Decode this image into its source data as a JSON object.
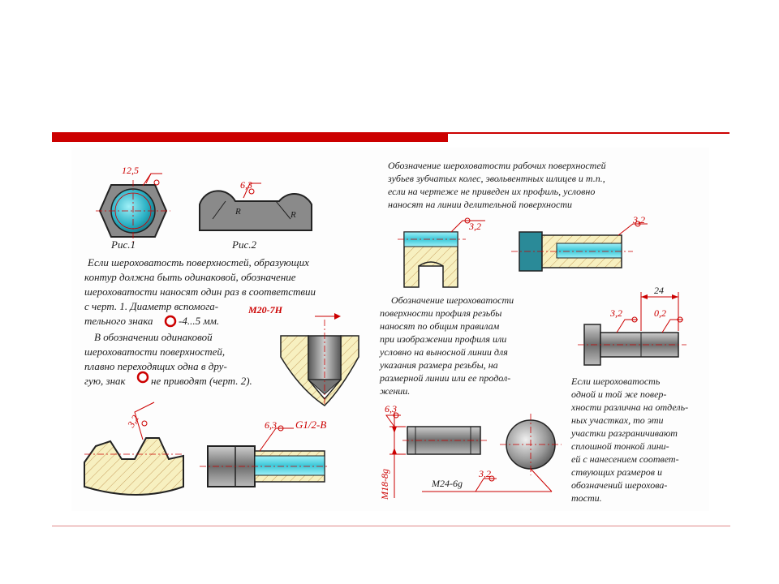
{
  "colors": {
    "accent": "#cc0000",
    "metal": "#8a8a8a",
    "cyan": "#3cc8d8",
    "hatch": "#f7f0c0"
  },
  "labels": {
    "fig1": "Рис.1",
    "fig2": "Рис.2",
    "r1": "12,5",
    "r2": "6,3",
    "radius": "R",
    "thread_m20": "M20-7H",
    "r_gear": "3,2",
    "r_gear2": "3,2",
    "r_profile": "3,2",
    "r_pipe": "6,3",
    "pipe_thread": "G1/2-B",
    "dim_24": "24",
    "r_shaft1": "3,2",
    "r_shaft2": "0,2",
    "r_m18": "6,3",
    "m18": "M18-8g",
    "m24": "M24-6g",
    "r_m24": "3,2"
  },
  "text_left": [
    "Если шероховатость поверхностей, образующих",
    "контур должна быть одинаковой, обозначение",
    "шероховатости наносят один раз в соответствии",
    "с черт. 1. Диаметр вспомога-",
    "тельного знака",
    "-4...5 мм."
  ],
  "text_left2": [
    "В обозначении одинаковой",
    "шероховатости поверхностей,",
    "плавно переходящих одна в дру-",
    "гую, знак",
    "не приводят (черт. 2)."
  ],
  "text_top_right": [
    "Обозначение шероховатости рабочих поверхностей",
    "зубьев зубчатых колес, эвольвентных шлицев и т.п.,",
    "если на чертеже не приведен их профиль, условно",
    "наносят на линии делительной поверхности"
  ],
  "text_mid": [
    "Обозначение шероховатости",
    "поверхности профиля резьбы",
    "наносят по общим правилам",
    "при изображении профиля или",
    "условно на выносной линии для",
    "указания размера резьбы, на",
    "размерной линии или ее продол-",
    "жении."
  ],
  "text_right": [
    "Если шероховатость",
    "одной и той же повер-",
    "хности различна на отдель-",
    "ных участках, то эти",
    "участки разграничивают",
    "сплошной тонкой лини-",
    "ей с нанесением соответ-",
    "ствующих размеров и",
    "обозначений шерохова-",
    "тости."
  ]
}
